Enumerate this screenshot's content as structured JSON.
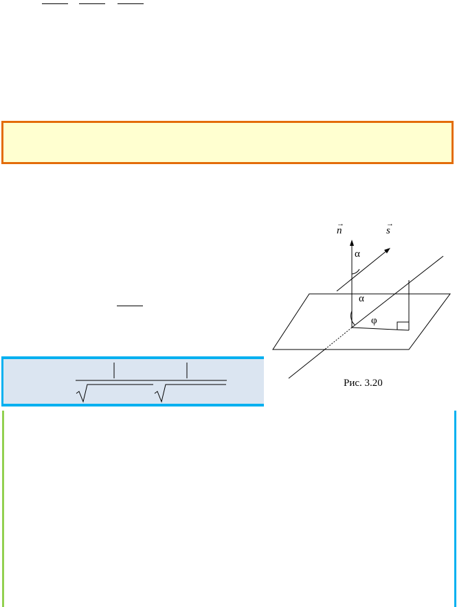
{
  "figure": {
    "labels": {
      "vector_n": "n",
      "vector_s": "s",
      "angle_alpha_top": "α",
      "angle_alpha_bottom": "α",
      "angle_phi": "φ"
    },
    "caption": "Рис. 3.20"
  },
  "colors": {
    "orange_border": "#e36c09",
    "orange_fill": "#ffffd0",
    "blue_border": "#00b0f0",
    "blue_fill": "#dbe5f1",
    "green_line": "#92d050"
  }
}
